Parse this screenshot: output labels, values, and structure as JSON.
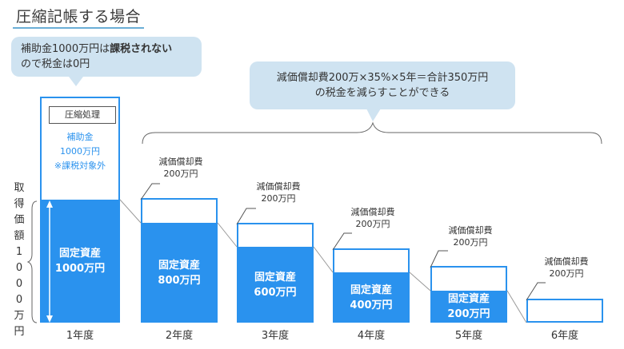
{
  "title": "圧縮記帳する場合",
  "bubble_left": {
    "line1_prefix": "補助金1000万円は",
    "line1_bold": "課税されない",
    "line2": "ので税金は0円"
  },
  "bubble_right": {
    "line1": "減価償却費200万×35%×5年＝合計350万円",
    "line2": "の税金を減らすことができる"
  },
  "compress_label": "圧縮処理",
  "subsidy": {
    "line1": "補助金",
    "line2": "1000万円",
    "line3": "※課税対象外"
  },
  "vertical_label": [
    "取",
    "得",
    "価",
    "額",
    "1",
    "0",
    "0",
    "0",
    "万",
    "円"
  ],
  "bars": [
    {
      "year": "1年度",
      "asset_line1": "固定資産",
      "asset_line2": "1000万円"
    },
    {
      "year": "2年度",
      "asset_line1": "固定資産",
      "asset_line2": "800万円",
      "dep_line1": "減価償却費",
      "dep_line2": "200万円"
    },
    {
      "year": "3年度",
      "asset_line1": "固定資産",
      "asset_line2": "600万円",
      "dep_line1": "減価償却費",
      "dep_line2": "200万円"
    },
    {
      "year": "4年度",
      "asset_line1": "固定資産",
      "asset_line2": "400万円",
      "dep_line1": "減価償却費",
      "dep_line2": "200万円"
    },
    {
      "year": "5年度",
      "asset_line1": "固定資産",
      "asset_line2": "200万円",
      "dep_line1": "減価償却費",
      "dep_line2": "200万円"
    },
    {
      "year": "6年度",
      "dep_line1": "減価償却費",
      "dep_line2": "200万円"
    }
  ],
  "colors": {
    "asset": "#2a92ee",
    "bubble": "#cfe3f1",
    "accent": "#6aaed6"
  }
}
